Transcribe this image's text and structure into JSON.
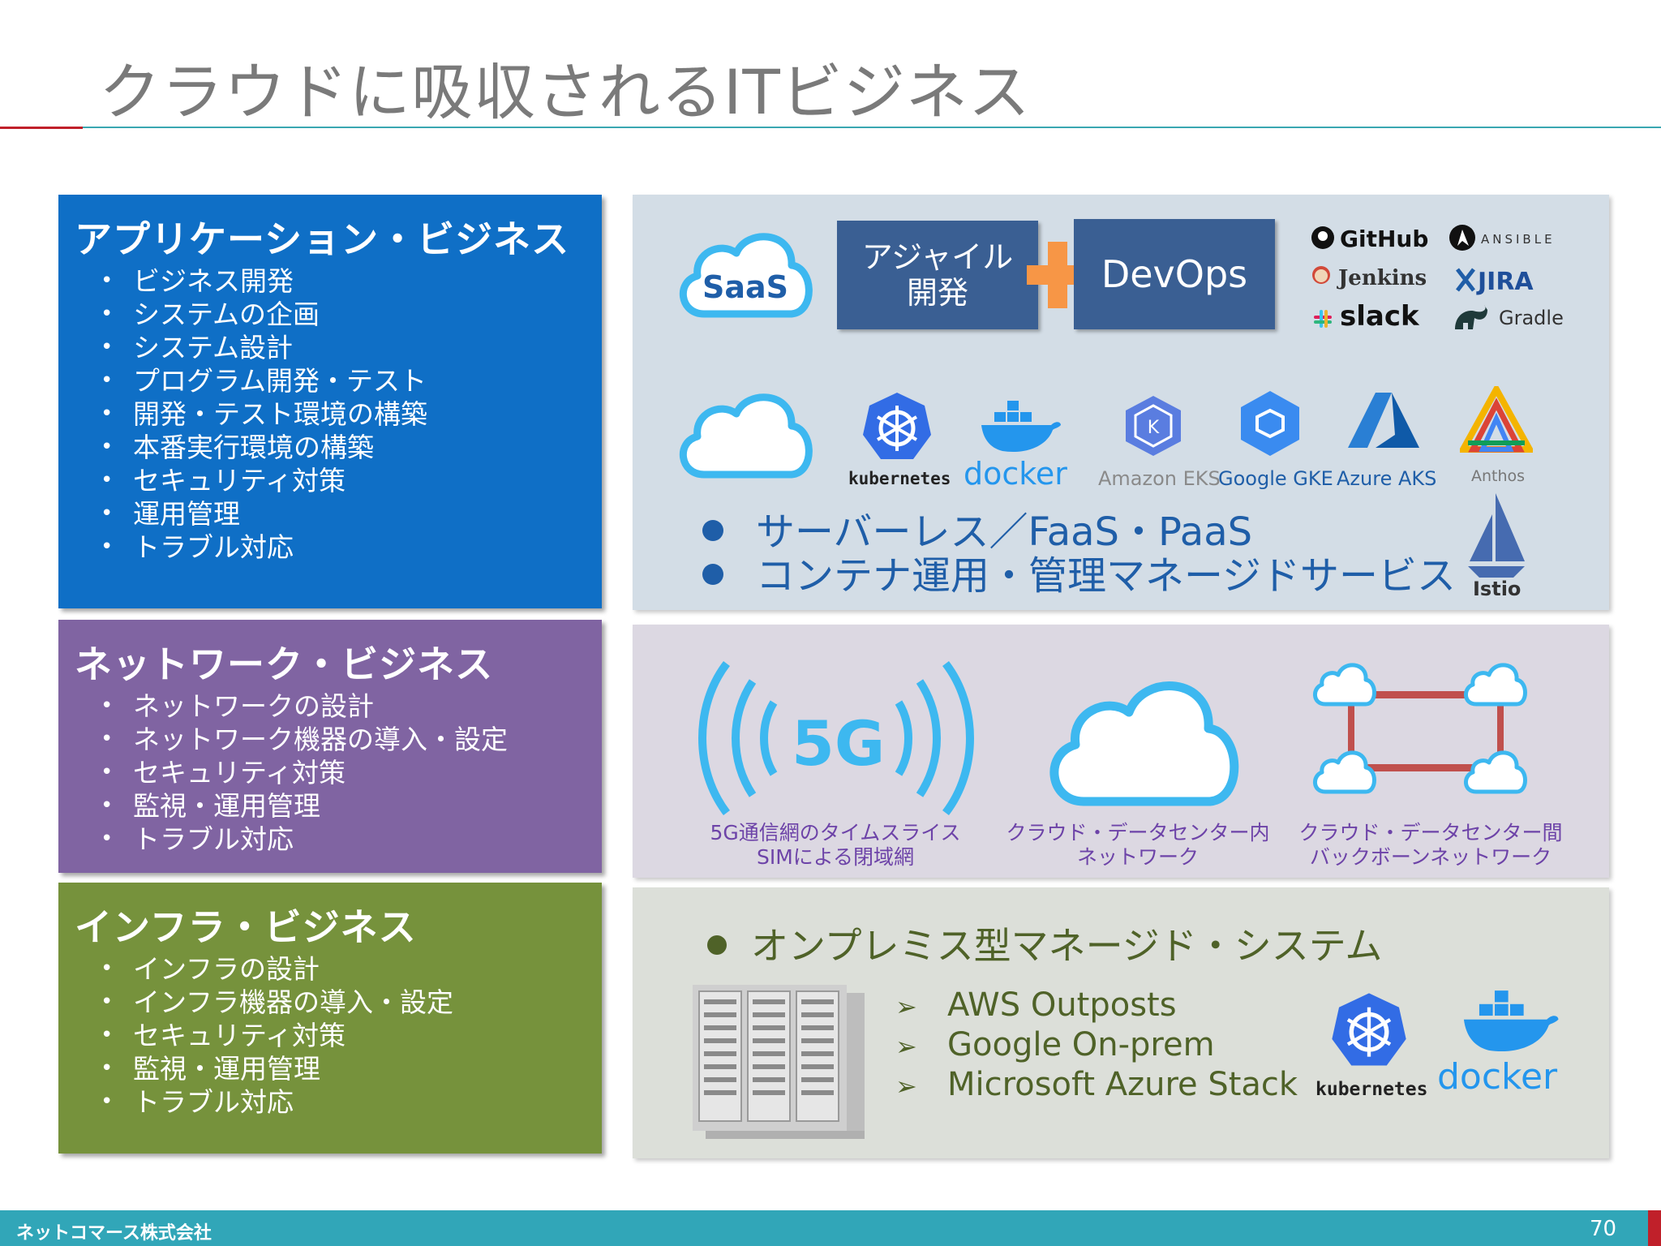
{
  "title": "クラウドに吸収されるITビジネス",
  "left": {
    "app": {
      "heading": "アプリケーション・ビジネス",
      "items": [
        "ビジネス開発",
        "システムの企画",
        "システム設計",
        "プログラム開発・テスト",
        "開発・テスト環境の構築",
        "本番実行環境の構築",
        "セキュリティ対策",
        "運用管理",
        "トラブル対応"
      ]
    },
    "net": {
      "heading": "ネットワーク・ビジネス",
      "items": [
        "ネットワークの設計",
        "ネットワーク機器の導入・設定",
        "セキュリティ対策",
        "監視・運用管理",
        "トラブル対応"
      ]
    },
    "infra": {
      "heading": "インフラ・ビジネス",
      "items": [
        "インフラの設計",
        "インフラ機器の導入・設定",
        "セキュリティ対策",
        "監視・運用管理",
        "トラブル対応"
      ]
    }
  },
  "app_panel": {
    "saas": "SaaS",
    "agile_line1": "アジャイル",
    "agile_line2": "開発",
    "devops": "DevOps",
    "tools": {
      "github": "GitHub",
      "jenkins": "Jenkins",
      "slack": "slack",
      "ansible": "ANSIBLE",
      "jira": "JIRA",
      "gradle": "Gradle"
    },
    "platforms": {
      "kubernetes": "kubernetes",
      "docker": "docker",
      "eks": "Amazon EKS",
      "gke": "Google GKE",
      "aks": "Azure AKS",
      "anthos": "Anthos",
      "istio": "Istio"
    },
    "bullets": [
      "サーバーレス／FaaS・PaaS",
      "コンテナ運用・管理マネージドサービス"
    ]
  },
  "net_panel": {
    "five_g": "5G",
    "captions": [
      [
        "5G通信網のタイムスライス",
        "SIMによる閉域網"
      ],
      [
        "クラウド・データセンター内",
        "ネットワーク"
      ],
      [
        "クラウド・データセンター間",
        "バックボーンネットワーク"
      ]
    ]
  },
  "infra_panel": {
    "bullet": "オンプレミス型マネージド・システム",
    "items": [
      "AWS Outposts",
      "Google On-prem",
      "Microsoft Azure Stack"
    ],
    "kubernetes": "kubernetes",
    "docker": "docker"
  },
  "footer": {
    "company": "ネットコマース株式会社",
    "page": "70"
  },
  "colors": {
    "app": "#0f6fc6",
    "net": "#8064a2",
    "infra": "#76923c",
    "footer": "#31a6b8",
    "accent_red": "#c0202a",
    "cloud_blue": "#3db8f0"
  }
}
